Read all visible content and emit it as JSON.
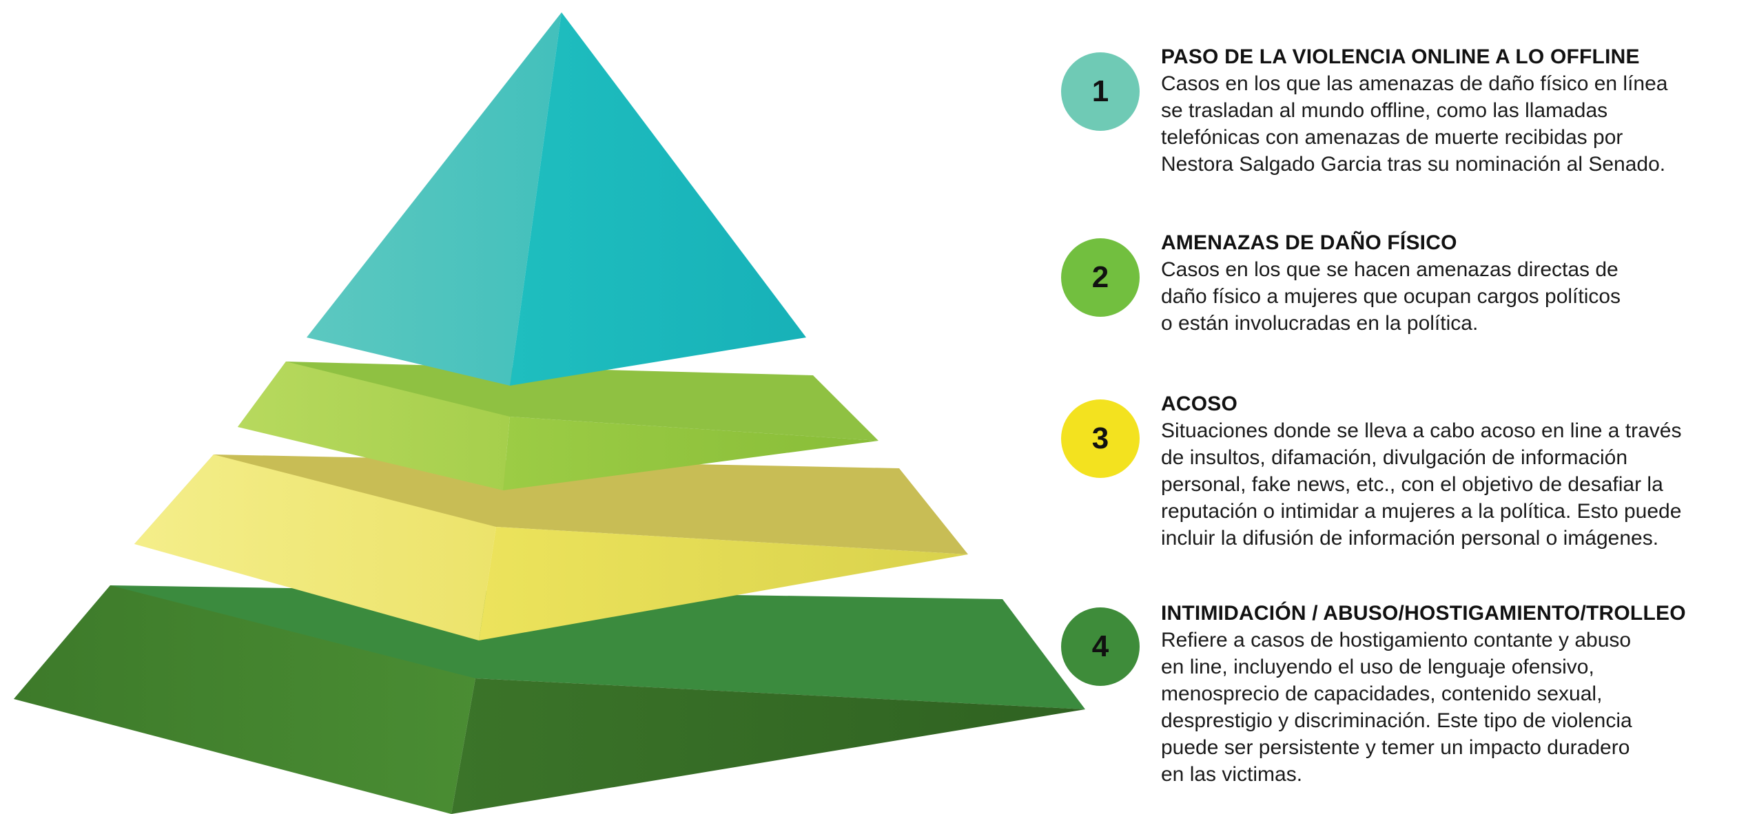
{
  "colors": {
    "level1": "#1fbdbd",
    "level2": "#8fc63f",
    "level3": "#ece36b",
    "level4": "#3f7d2c",
    "badge1": "#6fcab5",
    "badge2": "#72bf3f",
    "badge3": "#f3e21f",
    "badge4": "#3e8c3a"
  },
  "levels": [
    {
      "number": "1",
      "title": "PASO DE LA VIOLENCIA ONLINE A LO OFFLINE",
      "lines": [
        "Casos en los que las amenazas de daño físico en línea",
        "se trasladan al mundo offline, como las llamadas",
        "telefónicas con amenazas de muerte recibidas por",
        "Nestora Salgado Garcia tras su nominación al Senado."
      ]
    },
    {
      "number": "2",
      "title": "AMENAZAS DE DAÑO FÍSICO",
      "lines": [
        "Casos en los que se hacen amenazas directas de",
        "daño físico  a mujeres que ocupan cargos políticos",
        "o están involucradas en la política."
      ]
    },
    {
      "number": "3",
      "title": "ACOSO",
      "lines": [
        "Situaciones donde se lleva a cabo acoso en line a través",
        "de insultos, difamación, divulgación de información",
        "personal, fake news, etc., con el objetivo  de desafiar  la",
        "reputación o intimidar a mujeres a la política. Esto puede",
        "incluir la difusión de información personal o imágenes."
      ]
    },
    {
      "number": "4",
      "title": "INTIMIDACIÓN / ABUSO/HOSTIGAMIENTO/TROLLEO",
      "lines": [
        "Refiere a casos de hostigamiento contante y abuso",
        "en line, incluyendo el uso de lenguaje ofensivo,",
        "menosprecio de capacidades, contenido sexual,",
        "desprestigio y discriminación. Este tipo de violencia",
        "puede ser persistente y temer un impacto duradero",
        "en las victimas."
      ]
    }
  ]
}
